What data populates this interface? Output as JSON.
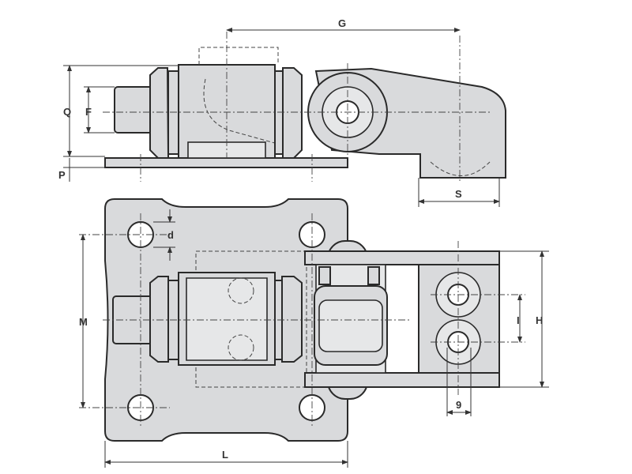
{
  "drawing": {
    "labels": {
      "G": "G",
      "Q": "Q",
      "F": "F",
      "P": "P",
      "S": "S",
      "d": "d",
      "M": "M",
      "I": "I",
      "H": "H",
      "nine": "9",
      "L": "L"
    },
    "colors": {
      "part_fill": "#d9dadc",
      "outline": "#2a2a2a"
    }
  }
}
